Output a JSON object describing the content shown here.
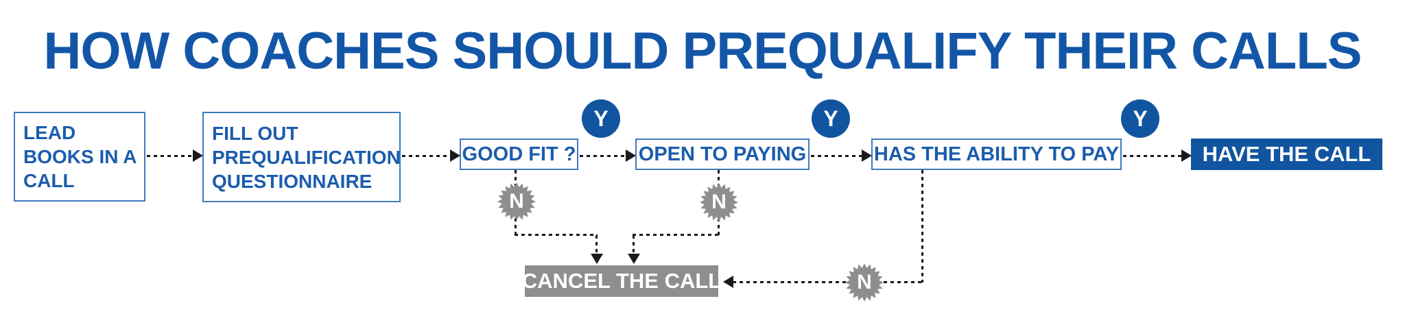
{
  "title": "HOW COACHES SHOULD PREQUALIFY THEIR CALLS",
  "nodes": {
    "lead": {
      "label": "LEAD\nBOOKS IN A\nCALL"
    },
    "fill_out": {
      "label": "FILL OUT\nPREQUALIFICATION\nQUESTIONNAIRE"
    },
    "good_fit": {
      "label": "GOOD FIT ?"
    },
    "open_to_paying": {
      "label": "OPEN TO PAYING"
    },
    "has_ability": {
      "label": "HAS THE ABILITY TO PAY"
    },
    "have_call": {
      "label": "HAVE THE CALL"
    },
    "cancel_call": {
      "label": "CANCEL THE CALL"
    }
  },
  "badges": {
    "yes": "Y",
    "no": "N"
  },
  "colors": {
    "title_blue": "#1356a7",
    "node_border_blue": "#3e7abf",
    "node_text_blue": "#1b5cad",
    "solid_blue": "#1155a0",
    "badge_gray": "#8e8e8e",
    "connector_black": "#1a1a1a",
    "background": "#ffffff"
  }
}
